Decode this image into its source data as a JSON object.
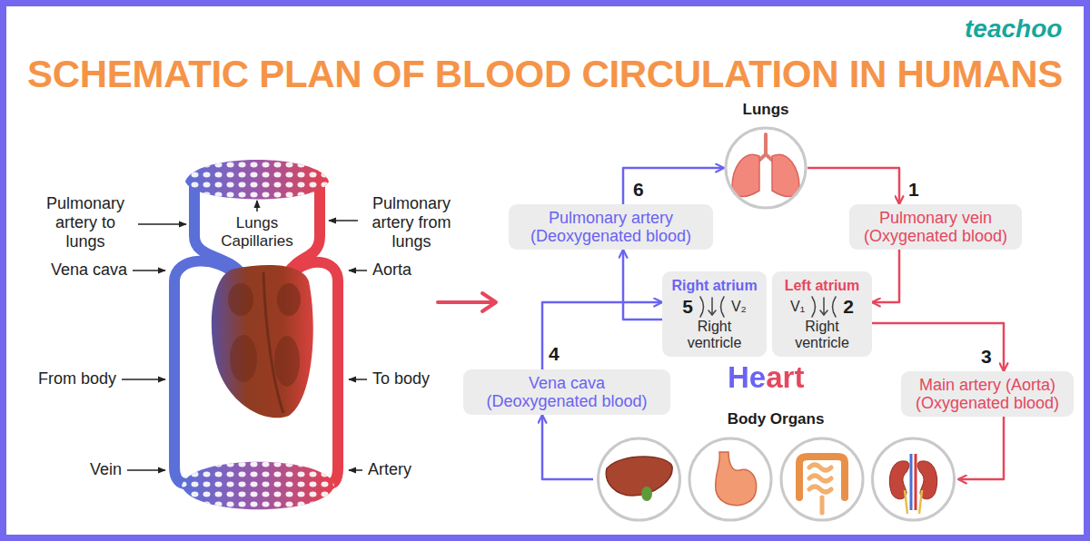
{
  "diagram": {
    "title": "SCHEMATIC PLAN OF BLOOD CIRCULATION IN HUMANS",
    "nodes": [
      {
        "text": [
          "Lungs"
        ]
      },
      {
        "text": [
          "Pulmonary artery",
          "(Deoxygenated blood)"
        ]
      },
      {
        "text": [
          "Pulmonary vein",
          "(Oxygenated blood)"
        ]
      },
      {
        "text": [
          "Right atrium",
          "5",
          "V₂",
          "Right ventricle"
        ]
      },
      {
        "text": [
          "Left atrium",
          "V₁",
          "2",
          "Right ventricle"
        ]
      },
      {
        "text": [
          "Vena cava",
          "(Deoxygenated blood)"
        ]
      },
      {
        "text": [
          "Main artery (Aorta)",
          "(Oxygenated blood)"
        ]
      },
      {
        "text": [
          "Body Organs"
        ]
      }
    ],
    "edges": [
      {
        "from": 3,
        "to": 1,
        "arrow": "to"
      },
      {
        "from": 1,
        "to": 0,
        "arrow": "to"
      },
      {
        "from": 0,
        "to": 2,
        "arrow": "to"
      },
      {
        "from": 2,
        "to": 4,
        "arrow": "to"
      },
      {
        "from": 4,
        "to": 6,
        "arrow": "to"
      },
      {
        "from": 6,
        "to": 7,
        "arrow": "to"
      },
      {
        "from": 7,
        "to": 5,
        "arrow": "to"
      },
      {
        "from": 5,
        "to": 3,
        "arrow": "to"
      }
    ],
    "labels": [
      "teachoo",
      "Pulmonary artery to lungs",
      "Lungs Capillaries",
      "Pulmonary artery from lungs",
      "Vena cava",
      "Aorta",
      "From body",
      "To body",
      "Vein",
      "Artery",
      "6",
      "1",
      "Heart",
      "4",
      "3"
    ]
  }
}
